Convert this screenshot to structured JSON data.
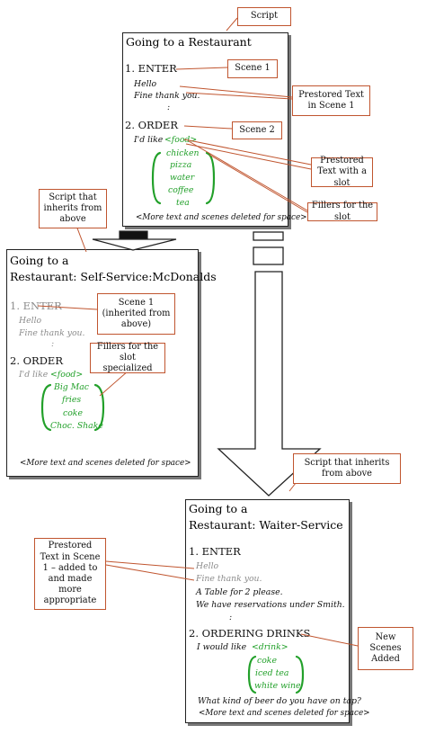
{
  "callouts": {
    "script": "Script",
    "scene1": "Scene 1",
    "prestored_scene1": "Prestored Text in Scene 1",
    "scene2": "Scene 2",
    "prestored_slot": "Prestored Text with a slot",
    "fillers": "Fillers for the slot",
    "inherits_left": "Script that inherits from above",
    "scene1_inherited": "Scene 1 (inherited from above)",
    "fillers_specialized": "Fillers for the slot specialized",
    "inherits_right": "Script that inherits from above",
    "prestored_added": "Prestored Text in Scene 1 – added to and made more appropriate",
    "new_scenes": "New Scenes Added"
  },
  "restaurant": {
    "title": "Going to a Restaurant",
    "enter": "1. ENTER",
    "hello": "Hello",
    "fine": "Fine thank you.",
    "dots": ":",
    "order": "2. ORDER",
    "like": "I'd like",
    "slot": "<food>",
    "fillers": [
      "chicken",
      "pizza",
      "water",
      "coffee",
      "tea"
    ],
    "more": "<More text and scenes deleted for space>"
  },
  "selfservice": {
    "title_line1": "Going to a",
    "title_line2": "Restaurant: Self-Service:McDonalds",
    "enter": "1. ENTER",
    "hello": "Hello",
    "fine": "Fine thank you.",
    "dots": ":",
    "order": "2. ORDER",
    "like": "I'd like",
    "slot": "<food>",
    "fillers": [
      "Big Mac",
      "fries",
      "coke",
      "Choc. Shake"
    ],
    "more": "<More text and scenes deleted for space>"
  },
  "waiter": {
    "title_line1": "Going to a",
    "title_line2": "Restaurant: Waiter-Service",
    "enter": "1. ENTER",
    "hello": "Hello",
    "fine": "Fine thank you.",
    "table": "A Table for 2 please.",
    "reservation": "We have reservations under Smith.",
    "dots": ":",
    "drinks": "2. ORDERING DRINKS",
    "like": "I would like",
    "slot": "<drink>",
    "fillers": [
      "coke",
      "iced tea",
      "white wine"
    ],
    "beer": "What kind of beer do you have on tap?",
    "more": "<More text and scenes deleted for space>"
  },
  "colors": {
    "callout_border": "#c0552f",
    "filler_green": "#22a02a",
    "inherited_gray": "#8c8c8c"
  }
}
